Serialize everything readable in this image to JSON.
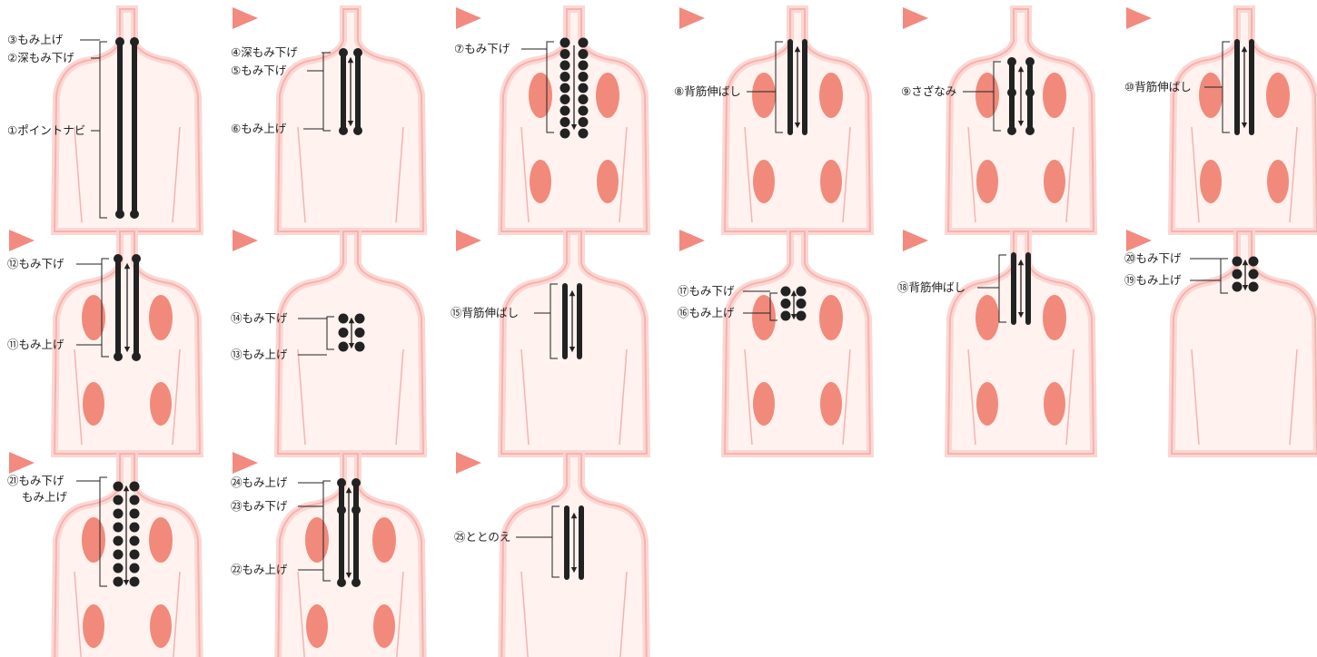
{
  "colors": {
    "body_outline": "#f6b3b0",
    "body_fill": "#fff1ee",
    "glow": "#fbd3cf",
    "muscle": "#f07e6e",
    "stroke_dark": "#222222",
    "triangle": "#f28a80"
  },
  "panels": [
    {
      "labels": [
        "③もみ上げ",
        "②深もみ下げ",
        "①ポイントナビ"
      ]
    },
    {
      "labels": [
        "④深もみ下げ",
        "⑤もみ下げ",
        "⑥もみ上げ"
      ]
    },
    {
      "labels": [
        "⑦もみ下げ"
      ]
    },
    {
      "labels": [
        "⑧背筋伸ばし"
      ]
    },
    {
      "labels": [
        "⑨さざなみ"
      ]
    },
    {
      "labels": [
        "⑩背筋伸ばし"
      ]
    },
    {
      "labels": [
        "⑫もみ下げ",
        "⑪もみ上げ"
      ]
    },
    {
      "labels": [
        "⑭もみ下げ",
        "⑬もみ上げ"
      ]
    },
    {
      "labels": [
        "⑮背筋伸ばし"
      ]
    },
    {
      "labels": [
        "⑰もみ下げ",
        "⑯もみ上げ"
      ]
    },
    {
      "labels": [
        "⑱背筋伸ばし"
      ]
    },
    {
      "labels": [
        "⑳もみ下げ",
        "⑲もみ上げ"
      ]
    },
    {
      "labels": [
        "㉑もみ下げ",
        "もみ上げ"
      ]
    },
    {
      "labels": [
        "㉔もみ上げ",
        "㉓もみ下げ",
        "㉒もみ上げ"
      ]
    },
    {
      "labels": [
        "㉕ととのえ"
      ]
    }
  ]
}
